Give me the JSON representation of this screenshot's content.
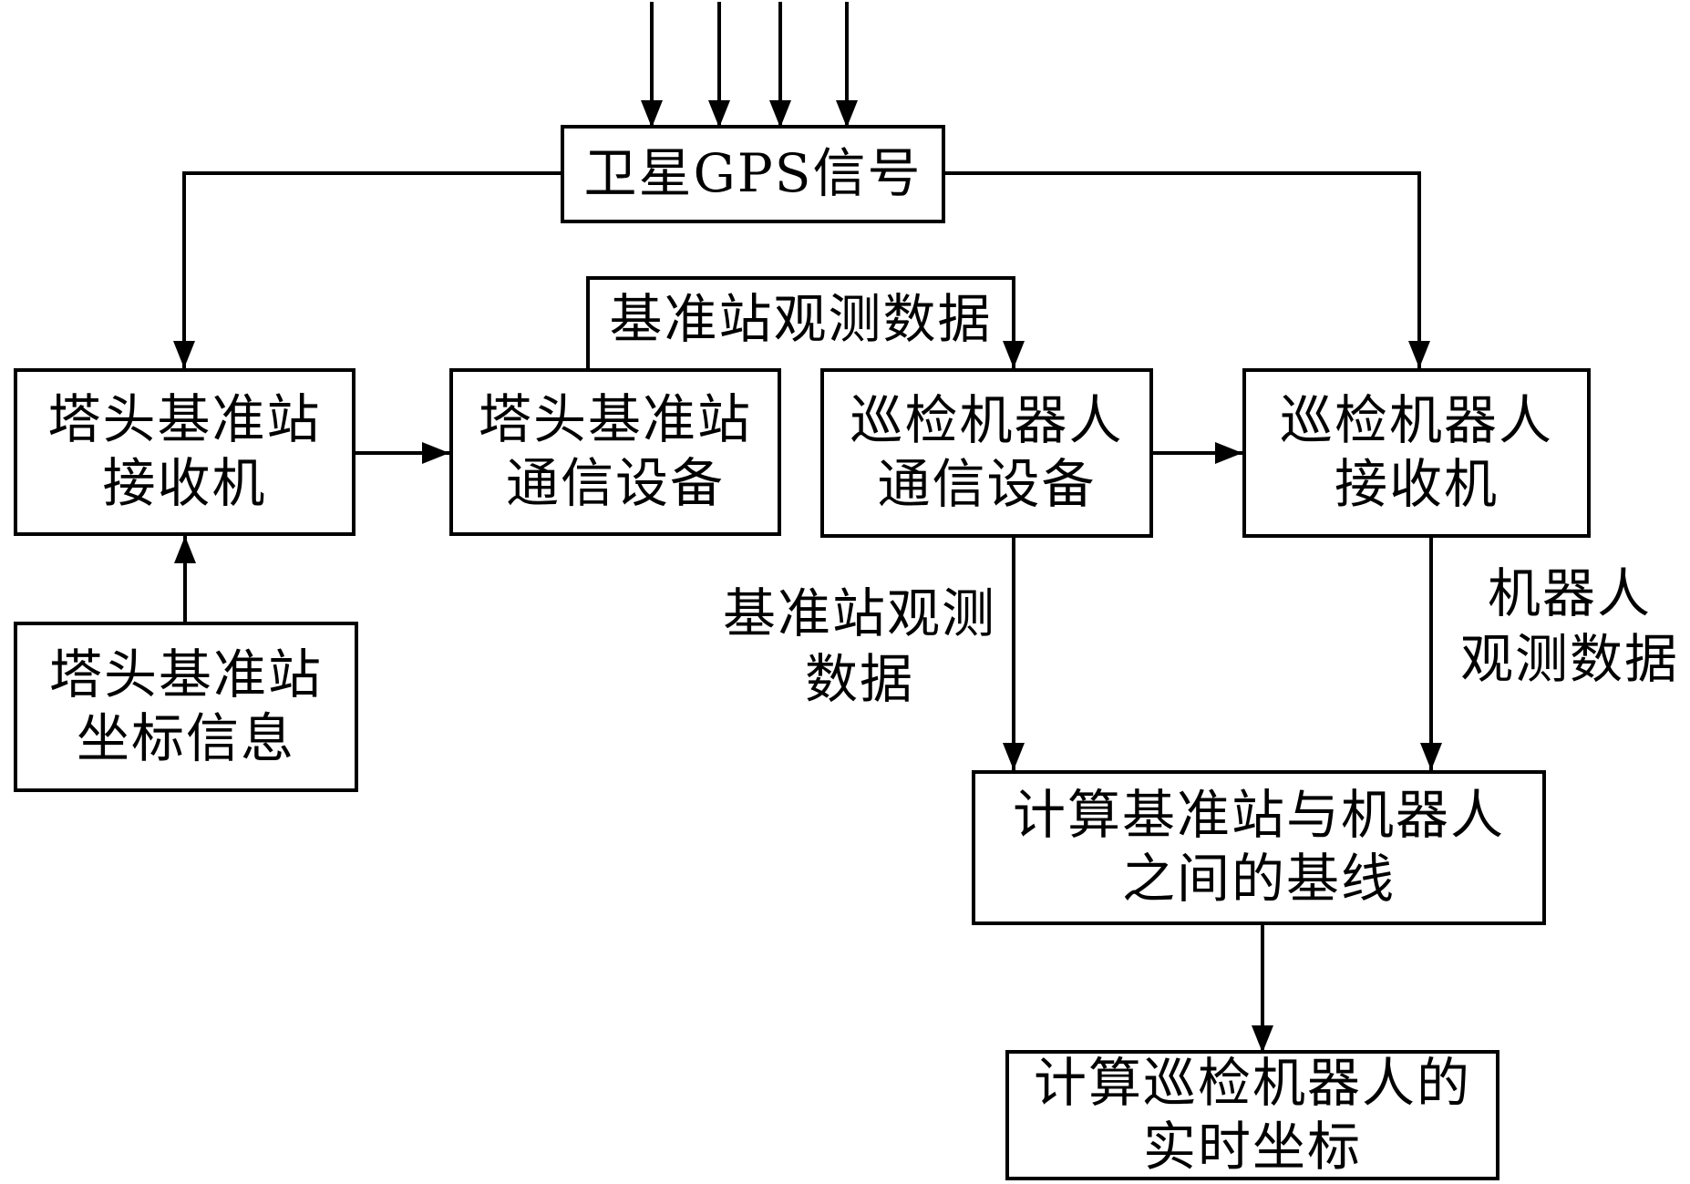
{
  "diagram": {
    "background_color": "#ffffff",
    "line_color": "#000000",
    "nodes": {
      "gps_signal": {
        "label": "卫星GPS信号"
      },
      "tower_receiver": {
        "line1": "塔头基准站",
        "line2": "接收机"
      },
      "tower_comm": {
        "line1": "塔头基准站",
        "line2": "通信设备"
      },
      "robot_comm": {
        "line1": "巡检机器人",
        "line2": "通信设备"
      },
      "robot_receiver": {
        "line1": "巡检机器人",
        "line2": "接收机"
      },
      "tower_coord": {
        "line1": "塔头基准站",
        "line2": "坐标信息"
      },
      "baseline_calc": {
        "line1": "计算基准站与机器人",
        "line2": "之间的基线"
      },
      "realtime_coord": {
        "line1": "计算巡检机器人的",
        "line2": "实时坐标"
      }
    },
    "edge_labels": {
      "base_obs_top": {
        "label": "基准站观测数据"
      },
      "base_obs_mid": {
        "line1": "基准站观测",
        "line2": "数据"
      },
      "robot_obs": {
        "line1": "机器人",
        "line2": "观测数据"
      }
    }
  }
}
